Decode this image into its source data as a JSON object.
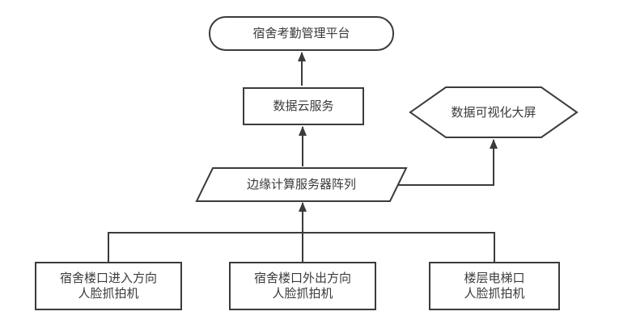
{
  "diagram": {
    "type": "flowchart",
    "nodes": {
      "platform": {
        "label": "宿舍考勤管理平台",
        "shape": "rounded-rectangle"
      },
      "cloud_service": {
        "label": "数据云服务",
        "shape": "rectangle"
      },
      "visualization_screen": {
        "label": "数据可视化大屏",
        "shape": "hexagon"
      },
      "edge_servers": {
        "label": "边缘计算服务器阵列",
        "shape": "parallelogram"
      },
      "camera_entry": {
        "line1": "宿舍楼口进入方向",
        "line2": "人脸抓拍机",
        "shape": "rectangle"
      },
      "camera_exit": {
        "line1": "宿舍楼口外出方向",
        "line2": "人脸抓拍机",
        "shape": "rectangle"
      },
      "camera_elevator": {
        "line1": "楼层电梯口",
        "line2": "人脸抓拍机",
        "shape": "rectangle"
      }
    },
    "edges": [
      {
        "from": "camera_entry",
        "to": "edge_servers",
        "arrow": true,
        "via": "bus"
      },
      {
        "from": "camera_exit",
        "to": "edge_servers",
        "arrow": true,
        "via": "bus"
      },
      {
        "from": "camera_elevator",
        "to": "edge_servers",
        "arrow": true,
        "via": "bus"
      },
      {
        "from": "edge_servers",
        "to": "cloud_service",
        "arrow": true
      },
      {
        "from": "cloud_service",
        "to": "platform",
        "arrow": true
      },
      {
        "from": "edge_servers",
        "to": "visualization_screen",
        "arrow": true,
        "style": "elbow"
      }
    ],
    "colors": {
      "stroke": "#3b3b3b",
      "text": "#3b3b3b",
      "background": "#ffffff"
    }
  }
}
